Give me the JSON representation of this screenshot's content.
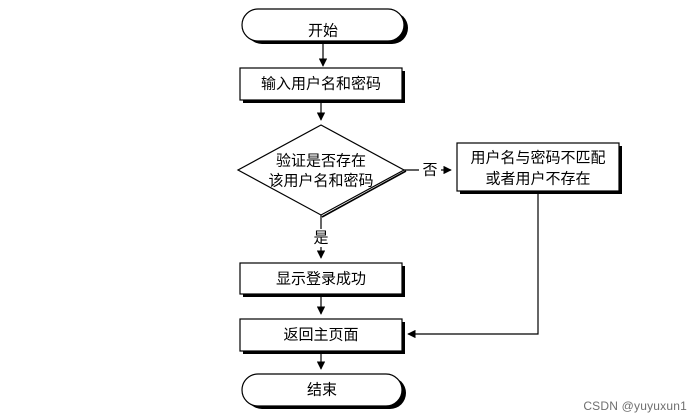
{
  "flowchart": {
    "start": "开始",
    "input_step": "输入用户名和密码",
    "decision": {
      "line1": "验证是否存在",
      "line2": "该用户名和密码"
    },
    "edge_no": "否",
    "edge_yes": "是",
    "error_box": {
      "line1": "用户名与密码不匹配",
      "line2": "或者用户不存在"
    },
    "success_step": "显示登录成功",
    "return_step": "返回主页面",
    "end": "结束"
  },
  "watermark": "CSDN @yuyuxun1",
  "colors": {
    "stroke": "#000000",
    "shadow": "#000000",
    "fill": "#ffffff",
    "watermark": "#6f6f6f"
  }
}
